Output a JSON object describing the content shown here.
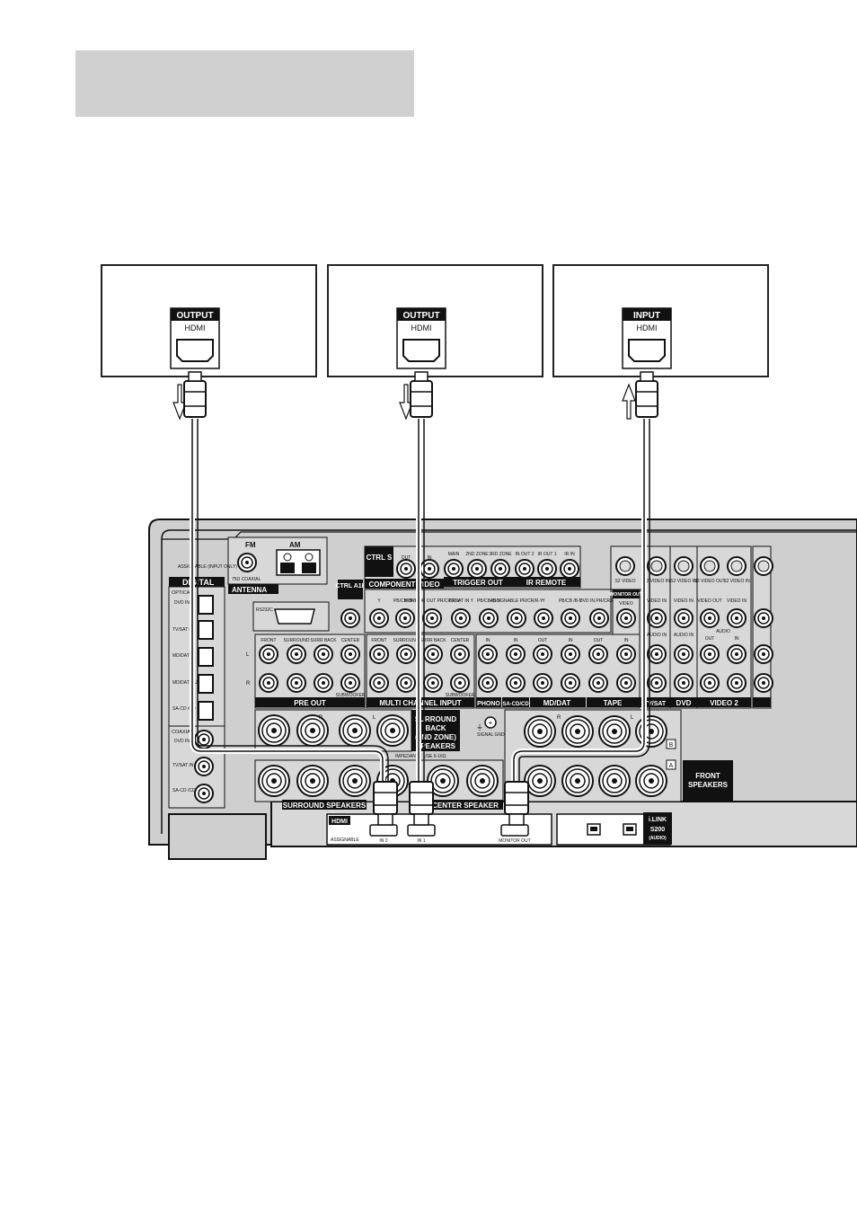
{
  "devices": [
    {
      "port_type": "OUTPUT",
      "port_name": "HDMI",
      "direction": "down"
    },
    {
      "port_type": "OUTPUT",
      "port_name": "HDMI",
      "direction": "down"
    },
    {
      "port_type": "INPUT",
      "port_name": "HDMI",
      "direction": "up"
    }
  ],
  "receiver": {
    "antenna": {
      "fm": "FM",
      "fm_sub": "75Ω COAXIAL",
      "am": "AM",
      "label": "ANTENNA"
    },
    "digital": {
      "title": "DIGITAL",
      "header": "ASSIGNABLE (INPUT ONLY)",
      "optical": "OPTICAL",
      "coaxial": "COAXIAL",
      "ports": [
        "DVD IN",
        "TV/SAT IN",
        "MD/DAT IN",
        "MD/DAT OUT",
        "SA-CD /CD IN"
      ],
      "coax_ports": [
        "DVD IN",
        "TV/SAT IN",
        "SA-CD /CD IN"
      ]
    },
    "ctrl_s": "CTRL S",
    "ctrl_a1": "CTRL A1II",
    "rs232c": "RS232C",
    "trigger_out": {
      "label": "TRIGGER OUT",
      "cols": [
        "MAIN",
        "2ND ZONE",
        "3RD ZONE"
      ]
    },
    "ir_remote": {
      "label": "IR REMOTE",
      "cols": [
        "IN OUT 2",
        "IR OUT 1",
        "IR IN"
      ]
    },
    "ctrl_s_io": [
      "OUT",
      "IN"
    ],
    "component_video": {
      "label": "COMPONENT VIDEO",
      "cols": [
        "Y",
        "PB/CB /B-Y",
        "MONITOR OUT PR/CR/R-Y",
        "TV/SAT IN Y",
        "PB/CB /B-Y",
        "ASSIGNABLE PR/CR/R-Y",
        "Y",
        "PB/CB /B-Y",
        "DVD IN PR/CR/R-Y"
      ]
    },
    "monitor_out": "MONITOR OUT",
    "video": "VIDEO",
    "pre_out": {
      "label": "PRE OUT",
      "cols": [
        "FRONT",
        "SURROUND",
        "SURR BACK",
        "CENTER"
      ],
      "sub": "SUBWOOFER"
    },
    "multi_channel_input": {
      "label": "MULTI CHANNEL INPUT",
      "cols": [
        "FRONT",
        "SURROUND",
        "SURR BACK",
        "CENTER"
      ],
      "sub": "SUBWOOFER"
    },
    "lr": {
      "l": "L",
      "r": "R"
    },
    "phono": "PHONO",
    "sacd": "SA-CD/CD",
    "md_dat": "MD/DAT",
    "tape": "TAPE",
    "tv_sat": "TV/SAT",
    "dvd": "DVD",
    "video2": "VIDEO 2",
    "in": "IN",
    "out": "OUT",
    "s2_video": "S2 VIDEO",
    "s2_video_in": "S2 VIDEO IN",
    "s2_video_out": "S2 VIDEO OUT",
    "video_in": "VIDEO IN",
    "video_out": "VIDEO OUT",
    "audio_in": "AUDIO IN",
    "audio": "AUDIO",
    "surround_back": "SURROUND BACK (2ND ZONE) SPEAKERS",
    "signal_gnd": "SIGNAL GND",
    "impedance": "IMPEDANCE USE 6-16Ω",
    "surround_speakers": "SURROUND SPEAKERS",
    "center_speaker": "CENTER SPEAKER",
    "front_speakers": "FRONT SPEAKERS",
    "speaker_ab": [
      "B",
      "A"
    ],
    "hdmi": {
      "label": "HDMI",
      "assignable": "ASSIGNABLE",
      "ports": [
        "IN 2",
        "IN 1",
        "MONITOR OUT"
      ]
    },
    "ilink": {
      "label": "i.LINK S200",
      "sub": "(AUDIO)"
    }
  }
}
